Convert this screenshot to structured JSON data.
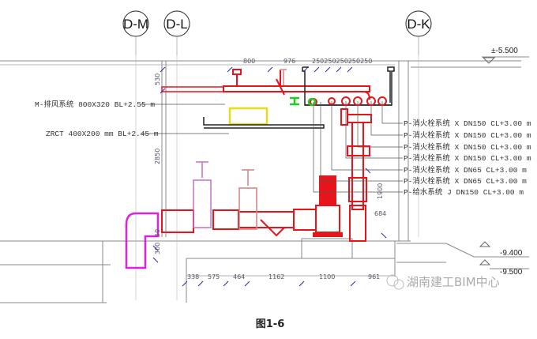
{
  "grid_axes": [
    "D-M",
    "D-L",
    "D-K"
  ],
  "elevations": {
    "top": "±-5.500",
    "floor1": "-9.400",
    "floor2": "-9.500"
  },
  "left_labels": [
    "M-排风系统 800X320 BL+2.55 m",
    "ZRCT 400X200 mm BL+2.45 m"
  ],
  "pipe_labels": [
    "P-消火栓系统 X DN150 CL+3.00 m",
    "P-消火栓系统 X DN150 CL+3.00 m",
    "P-消火栓系统 X DN150 CL+3.00 m",
    "P-消火栓系统 X DN150 CL+3.00 m",
    "P-消火栓系统 X DN65 CL+3.00 m",
    "P-消火栓系统 X DN65 CL+3.00 m",
    "P-给水系统 J DN150 CL+3.00 m"
  ],
  "top_dims": [
    "800",
    "976",
    "250250250250250"
  ],
  "vertical_dims": [
    "530",
    "2850",
    "1900",
    "684",
    "50",
    "300"
  ],
  "bottom_dims": [
    "338",
    "575",
    "464",
    "1162",
    "1100",
    "961"
  ],
  "colors": {
    "pipe": "#e8141c",
    "duct": "#e8141c",
    "elbow": "#e020e0",
    "tray": "#e8d820",
    "valve_green": "#22cc22",
    "dim_tick": "#2a2aa8"
  },
  "watermark": "湖南建工BIM中心",
  "caption": "图1-6"
}
